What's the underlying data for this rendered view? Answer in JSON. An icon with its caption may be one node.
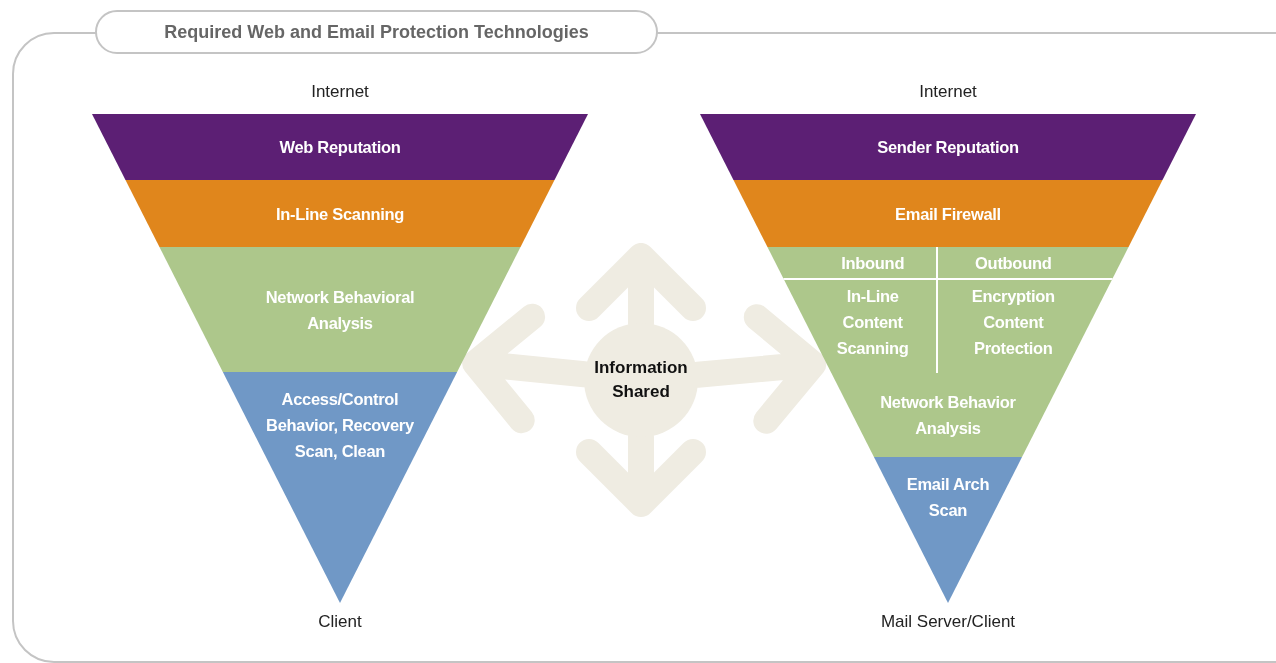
{
  "diagram": {
    "nodes": [
      {
        "text": [
          "Required Web and Email Protection Technologies"
        ]
      },
      {
        "text": [
          "Web Reputation"
        ],
        "in": 0
      },
      {
        "text": [
          "In-Line Scanning"
        ],
        "in": 0
      },
      {
        "text": [
          "Network Behavioral Analysis"
        ],
        "in": 0
      },
      {
        "text": [
          "Access/Control Behavior, Recovery Scan, Clean"
        ],
        "in": 0
      },
      {
        "text": [
          "Information Shared"
        ],
        "in": 0
      },
      {
        "text": [
          "Sender Reputation"
        ],
        "in": 0
      },
      {
        "text": [
          "Email Firewall"
        ],
        "in": 0
      },
      {
        "text": [
          "Inbound",
          "In-Line Content Scanning"
        ],
        "in": 0
      },
      {
        "text": [
          "Outbound",
          "Encryption Content Protection"
        ],
        "in": 0
      },
      {
        "text": [
          "Network Behavior Analysis"
        ],
        "in": 0
      },
      {
        "text": [
          "Email Arch Scan"
        ],
        "in": 0
      }
    ],
    "edges": [
      {
        "from": 5,
        "to": null,
        "arrow": "to"
      },
      {
        "from": 5,
        "to": 3,
        "arrow": "to"
      },
      {
        "from": 5,
        "to": 8,
        "arrow": "to"
      },
      {
        "from": 5,
        "to": null,
        "arrow": "to"
      }
    ],
    "labels": [
      "Internet",
      "Internet",
      "Client",
      "Mail Server/Client"
    ]
  }
}
